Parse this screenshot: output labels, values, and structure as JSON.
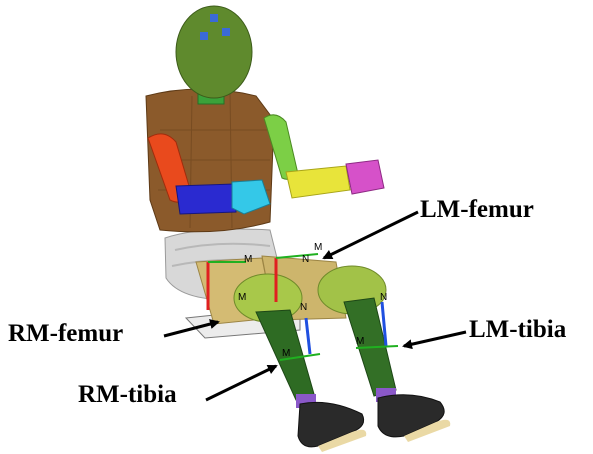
{
  "callouts": {
    "lm_femur": "LM-femur",
    "lm_tibia": "LM-tibia",
    "rm_femur": "RM-femur",
    "rm_tibia": "RM-tibia"
  },
  "sensor_markers": {
    "m": "M",
    "n": "N"
  },
  "colors": {
    "head": "#5f8a2d",
    "neck": "#3aa23a",
    "torso": "#8b5a2b",
    "right_upper_arm": "#e94a1d",
    "right_forearm": "#2a2ad0",
    "right_hand": "#34c8e8",
    "left_upper_arm": "#7ccf46",
    "left_forearm": "#e8e43a",
    "left_hand": "#d651c9",
    "pelvis": "#d8d8d8",
    "thigh": "#c9b16b",
    "knee": "#a7c84a",
    "shin": "#2e6b23",
    "shoe": "#2a2a2a",
    "sole": "#ead9a5",
    "axis_red": "#e02020",
    "axis_green": "#20b020",
    "axis_blue": "#2050e0"
  }
}
